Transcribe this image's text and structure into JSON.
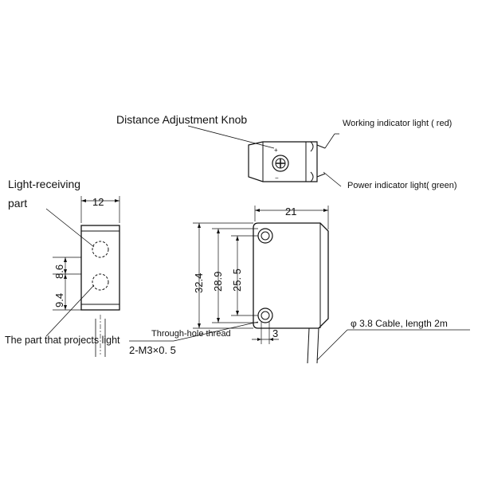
{
  "labels": {
    "knob": "Distance Adjustment Knob",
    "working_light": "Working indicator light ( red)",
    "power_light": "Power indicator light( green)",
    "light_receiving_line1": "Light-receiving",
    "light_receiving_line2": "part",
    "projects_light": "The part that projects light",
    "through_hole": "Through-hole thread",
    "thread_spec": "2-M3×0. 5",
    "cable": "φ 3.8  Cable, length 2m"
  },
  "dimensions": {
    "front_width": "12",
    "upper_lens": "8.6",
    "lower_lens": "9.4",
    "side_width": "21",
    "height_outer": "32.4",
    "height_mid": "28.9",
    "height_inner": "25. 5",
    "hole_offset": "3"
  }
}
